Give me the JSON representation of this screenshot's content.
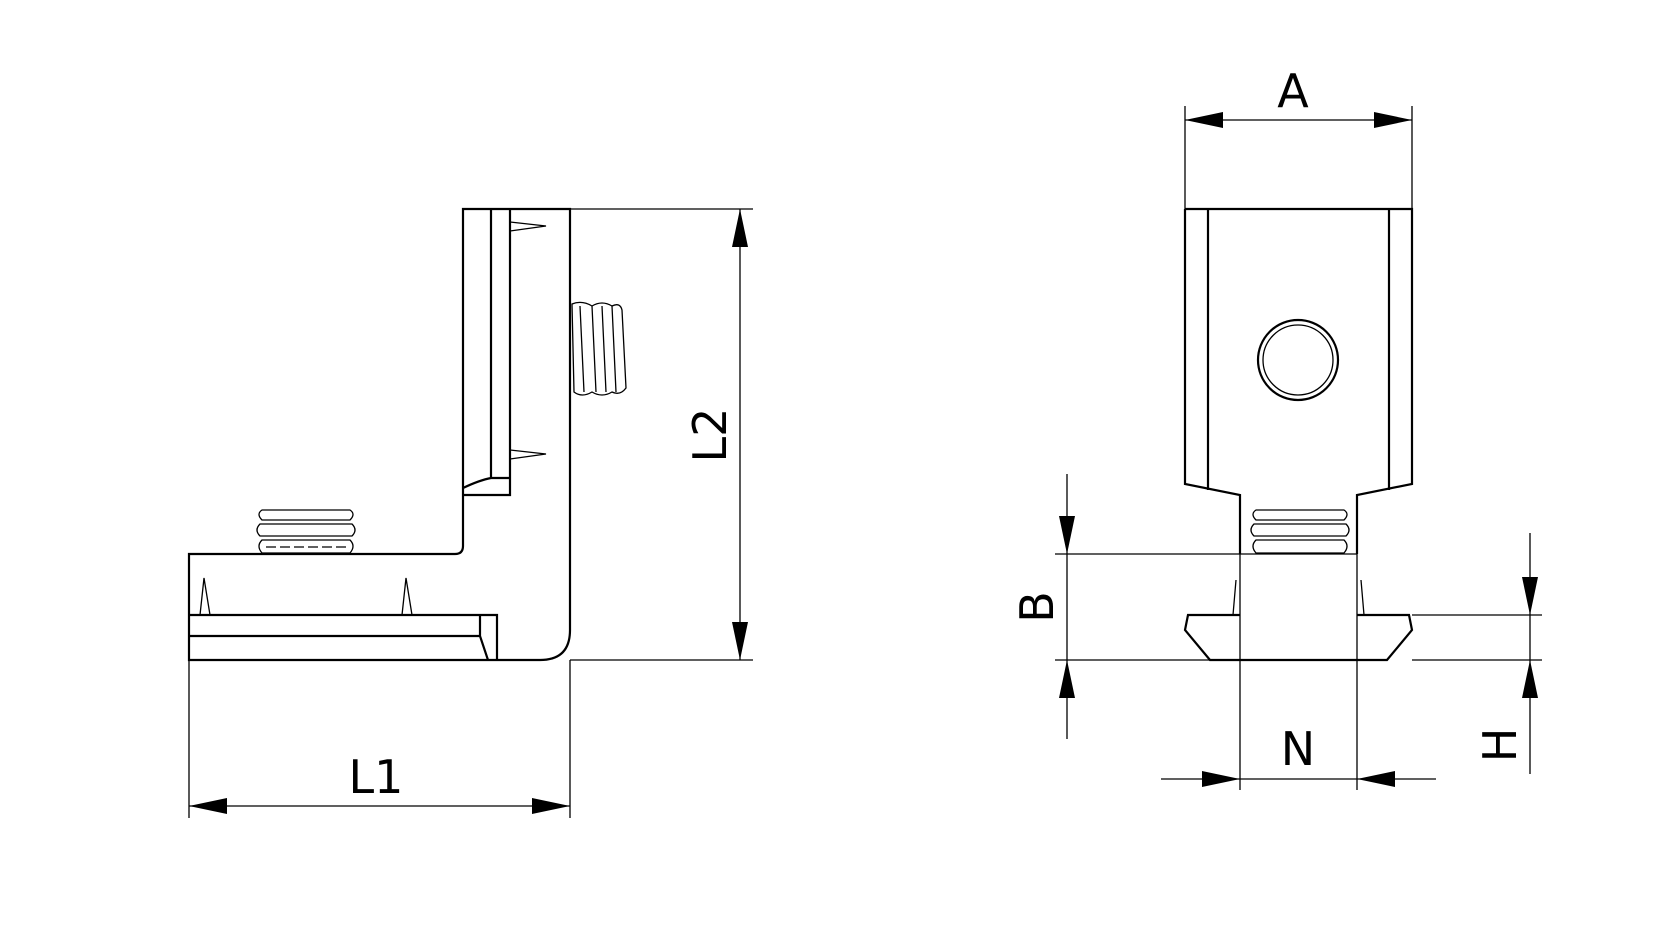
{
  "side_view": {
    "dimensions": {
      "length_1": "L1",
      "length_2": "L2"
    }
  },
  "front_view": {
    "dimensions": {
      "width": "A",
      "height_b": "B",
      "neck": "N",
      "flange": "H"
    }
  },
  "colors": {
    "line": "#000000",
    "background": "#ffffff"
  }
}
